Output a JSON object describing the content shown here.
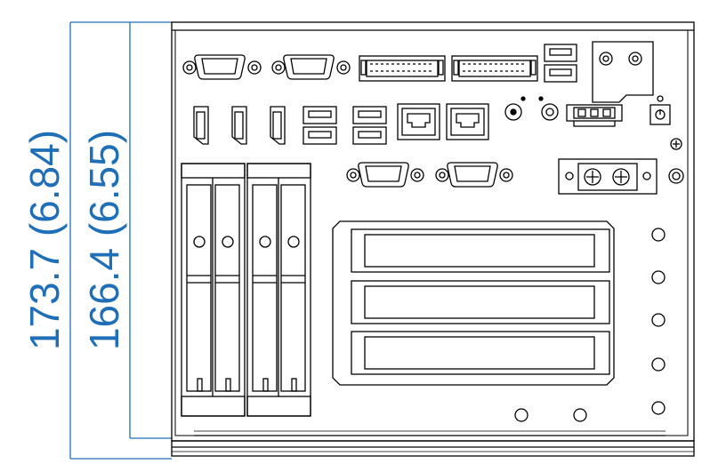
{
  "dimensions": {
    "outer_label": "173.7 (6.84)",
    "inner_label": "166.4 (6.55)"
  },
  "colors": {
    "dimension": "#1f6fb8",
    "line": "#000000",
    "background": "#ffffff"
  },
  "components": {
    "db9_ports": [
      "db9-com-1",
      "db9-com-2",
      "db9-com-3",
      "db9-com-4"
    ],
    "terminal_blocks": [
      "terminal-block-1",
      "terminal-block-2"
    ],
    "displayports": [
      "displayport-1",
      "displayport-2",
      "displayport-3"
    ],
    "usb_stacks": [
      "usb-stack-1",
      "usb-stack-2",
      "usb-stack-3"
    ],
    "rj45_ports": [
      "lan-port-1",
      "lan-port-2"
    ],
    "drive_bays": [
      "drive-bay-1",
      "drive-bay-2"
    ],
    "expansion_slots": [
      "expansion-slot-1",
      "expansion-slot-2",
      "expansion-slot-3"
    ]
  }
}
